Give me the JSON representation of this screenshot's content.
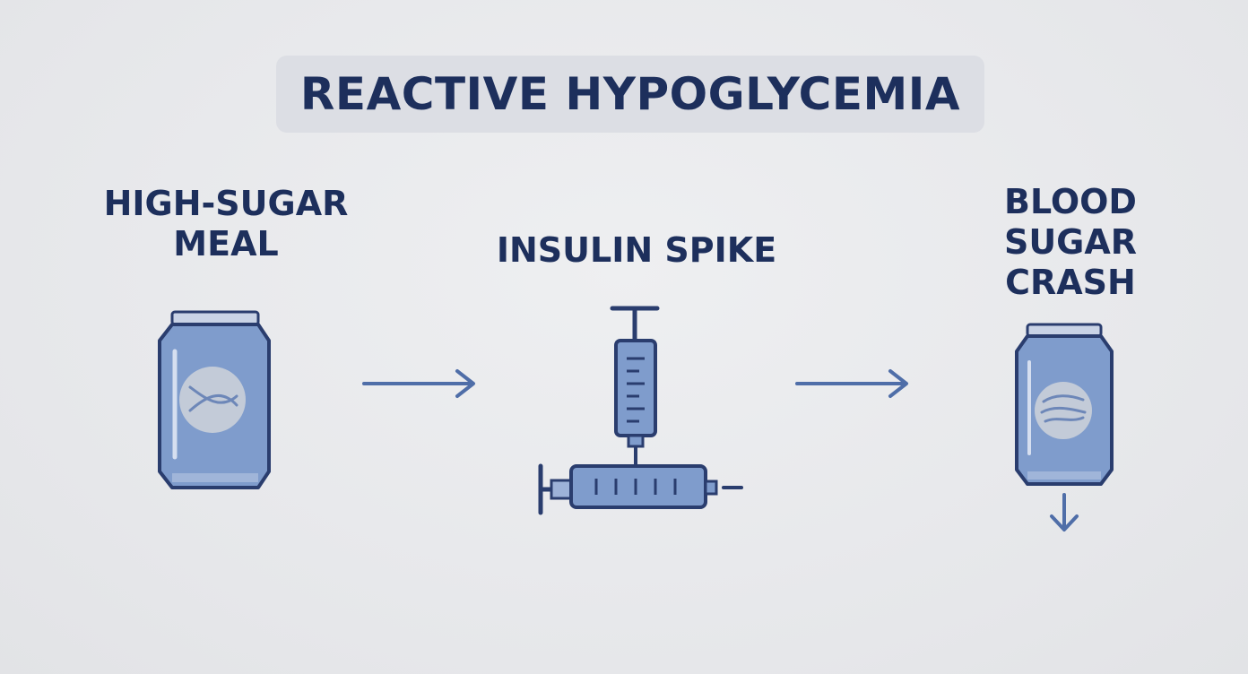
{
  "title": "REACTIVE HYPOGLYCEMIA",
  "steps": [
    {
      "label": "HIGH-SUGAR\nMEAL",
      "icon": "soda-can-icon"
    },
    {
      "label": "INSULIN SPIKE",
      "icon": "syringe-icon"
    },
    {
      "label": "BLOOD\nSUGAR\nCRASH",
      "icon": "soda-can-icon"
    }
  ],
  "connectors": [
    "arrow-right-icon",
    "arrow-right-icon"
  ],
  "colors": {
    "background": "#e8e9ec",
    "title_box": "#dcdee4",
    "text": "#1d2f5c",
    "icon_fill": "#7f9ccc",
    "icon_stroke": "#2a3d6e",
    "arrow": "#4f6ea8"
  }
}
